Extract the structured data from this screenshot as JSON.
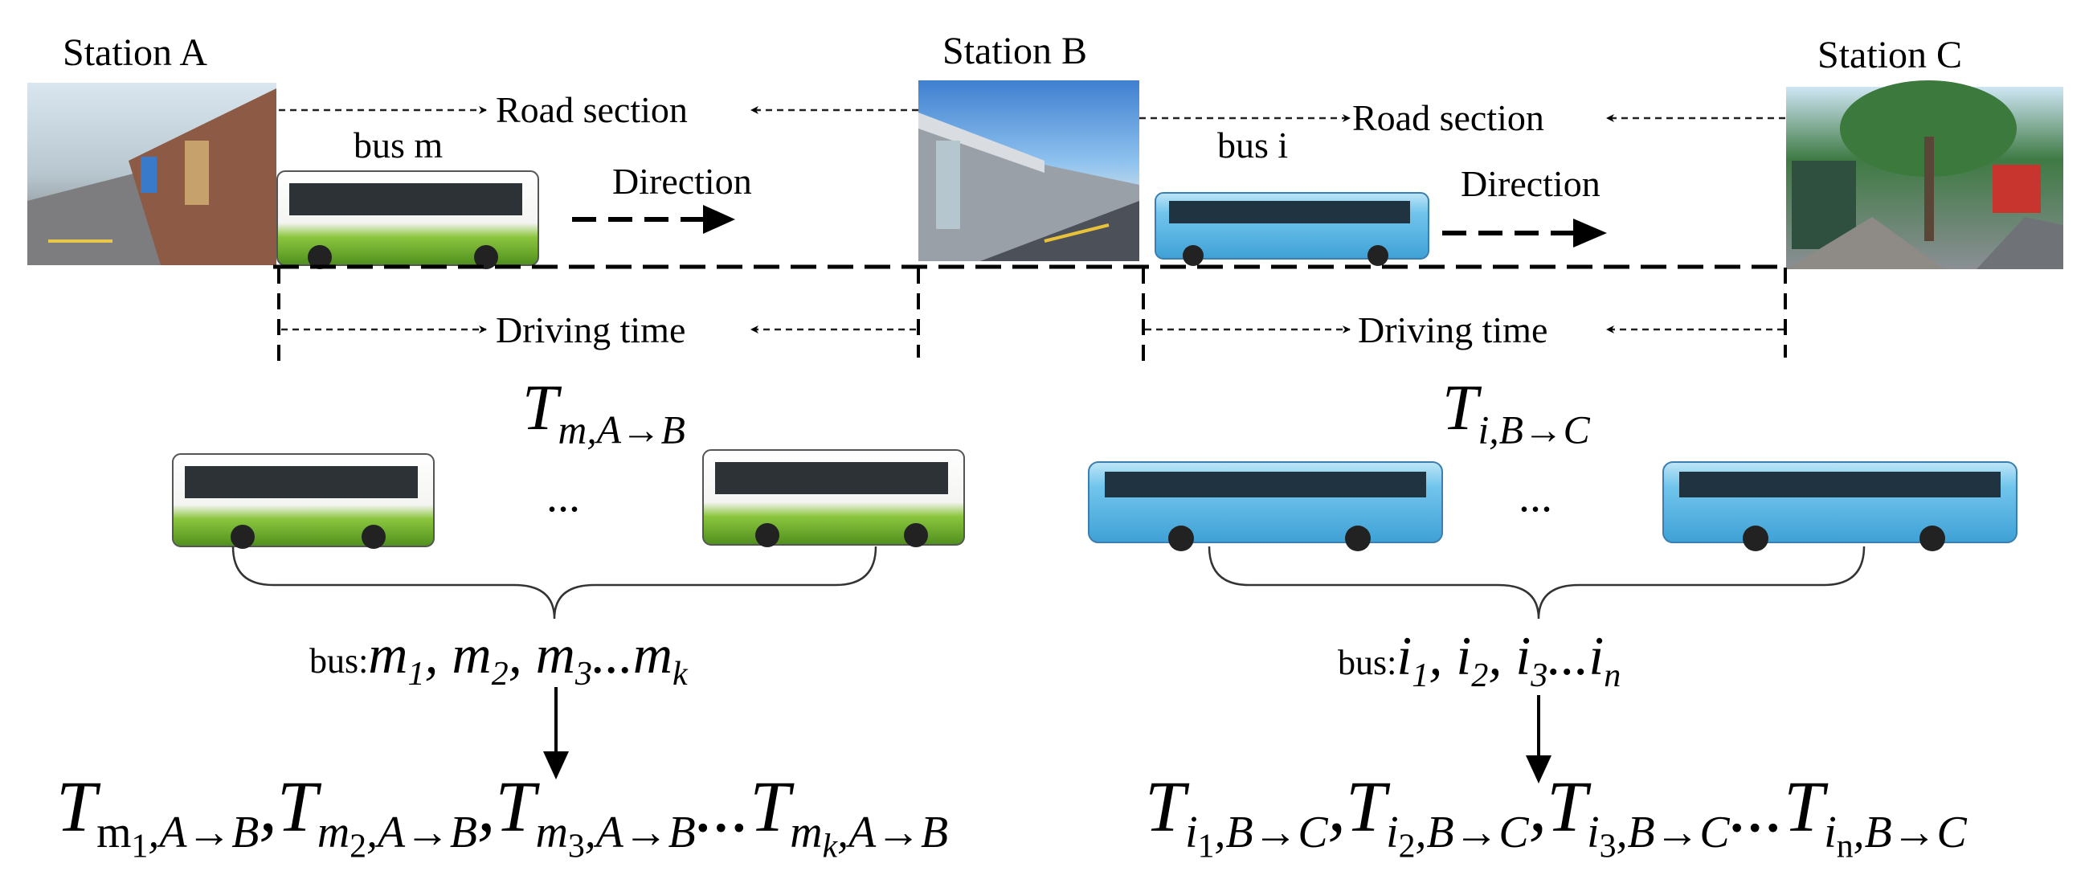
{
  "stations": {
    "a": "Station A",
    "b": "Station B",
    "c": "Station C"
  },
  "segments": {
    "road_section": "Road section",
    "direction": "Direction",
    "driving_time": "Driving time"
  },
  "buses": {
    "left_bus": "bus m",
    "right_bus": "bus i",
    "list_prefix": "bus:",
    "ellipsis": "..."
  },
  "colors": {
    "green_bus_stripe": "#7cb82f",
    "blue_bus_body": "#6ec3ea",
    "line": "#222222"
  }
}
